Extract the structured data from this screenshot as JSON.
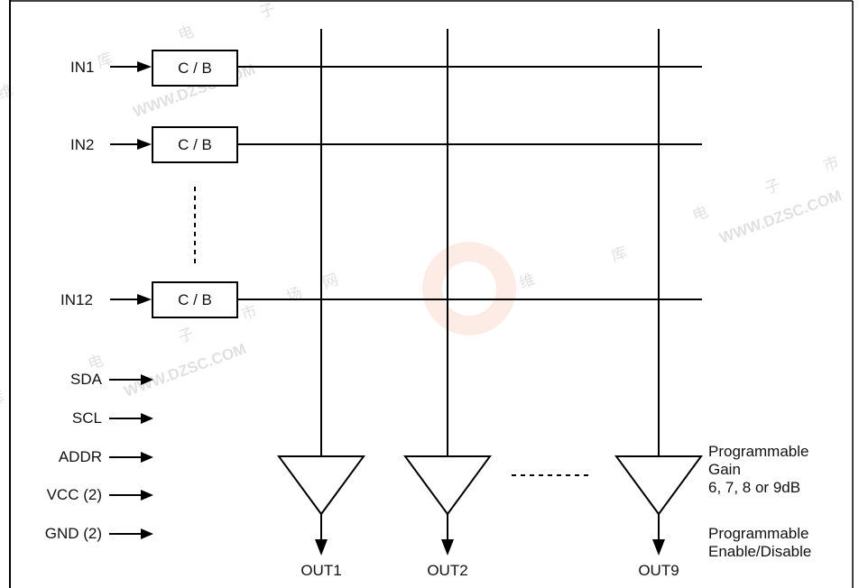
{
  "watermark": {
    "chars": [
      "维",
      "库",
      "电",
      "子",
      "市",
      "场",
      "网"
    ],
    "url": "WWW.DZSC.COM",
    "color": "#e36a3c"
  },
  "inputs": [
    {
      "pin": "IN1",
      "block": "C / B"
    },
    {
      "pin": "IN2",
      "block": "C / B"
    },
    {
      "pin": "IN12",
      "block": "C / B"
    }
  ],
  "control_pins": [
    "SDA",
    "SCL",
    "ADDR",
    "VCC (2)",
    "GND (2)"
  ],
  "outputs": [
    "OUT1",
    "OUT2",
    "OUT9"
  ],
  "gain_note": {
    "lines": [
      "Programmable",
      "Gain",
      "6, 7, 8 or 9dB"
    ]
  },
  "enable_note": {
    "lines": [
      "Programmable",
      "Enable/Disable"
    ]
  }
}
